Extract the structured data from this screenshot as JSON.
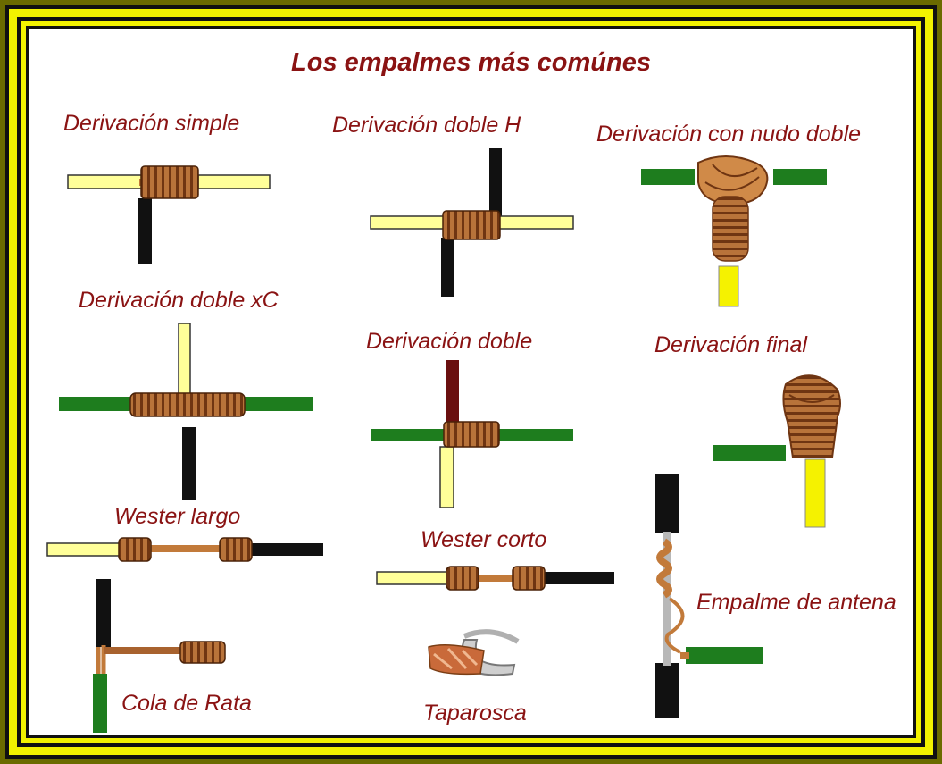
{
  "title": "Los empalmes más comúnes",
  "labels": {
    "derivacion_simple": "Derivación simple",
    "derivacion_doble_h": "Derivación doble H",
    "derivacion_nudo_doble": "Derivación con nudo doble",
    "derivacion_doble_xc": "Derivación doble xC",
    "derivacion_doble": "Derivación doble",
    "derivacion_final": "Derivación final",
    "wester_largo": "Wester largo",
    "wester_corto": "Wester corto",
    "empalme_antena": "Empalme de antena",
    "cola_de_rata": "Cola de Rata",
    "taparosca": "Taparosca"
  },
  "colors": {
    "frame_outer": "#6b6b00",
    "frame_yellow": "#f2f200",
    "frame_black": "#000000",
    "text": "#8a1313",
    "wire_yellow": "#ffff99",
    "wire_green": "#1e7d1e",
    "wire_black": "#111111",
    "wire_red": "#6a0f0f",
    "copper": "#c27a3a",
    "coil_dark": "#7a3e15"
  }
}
